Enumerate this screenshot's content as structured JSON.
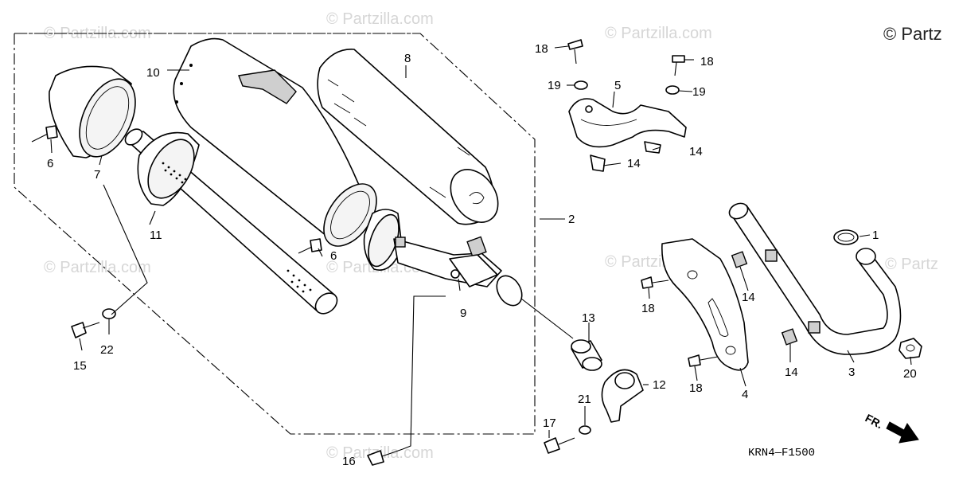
{
  "watermarks": [
    "© Partzilla.com",
    "© Partzilla.com",
    "© Partzilla.com",
    "© Partzilla.com",
    "© Partzilla.com",
    "© Partzilla.com",
    "© Partzilla.com",
    "© Partz",
    "© Partz"
  ],
  "callouts": [
    "1",
    "2",
    "3",
    "4",
    "5",
    "6",
    "6",
    "7",
    "8",
    "9",
    "10",
    "11",
    "12",
    "13",
    "14",
    "14",
    "14",
    "14",
    "15",
    "16",
    "17",
    "18",
    "18",
    "18",
    "18",
    "19",
    "19",
    "20",
    "21",
    "22"
  ],
  "diagram_code": "KRN4—F1500",
  "direction_label": "FR.",
  "colors": {
    "ink": "#000000",
    "watermark": "#d6d6d6",
    "paper": "#ffffff"
  },
  "icons": [
    "front-direction-arrow-icon"
  ]
}
